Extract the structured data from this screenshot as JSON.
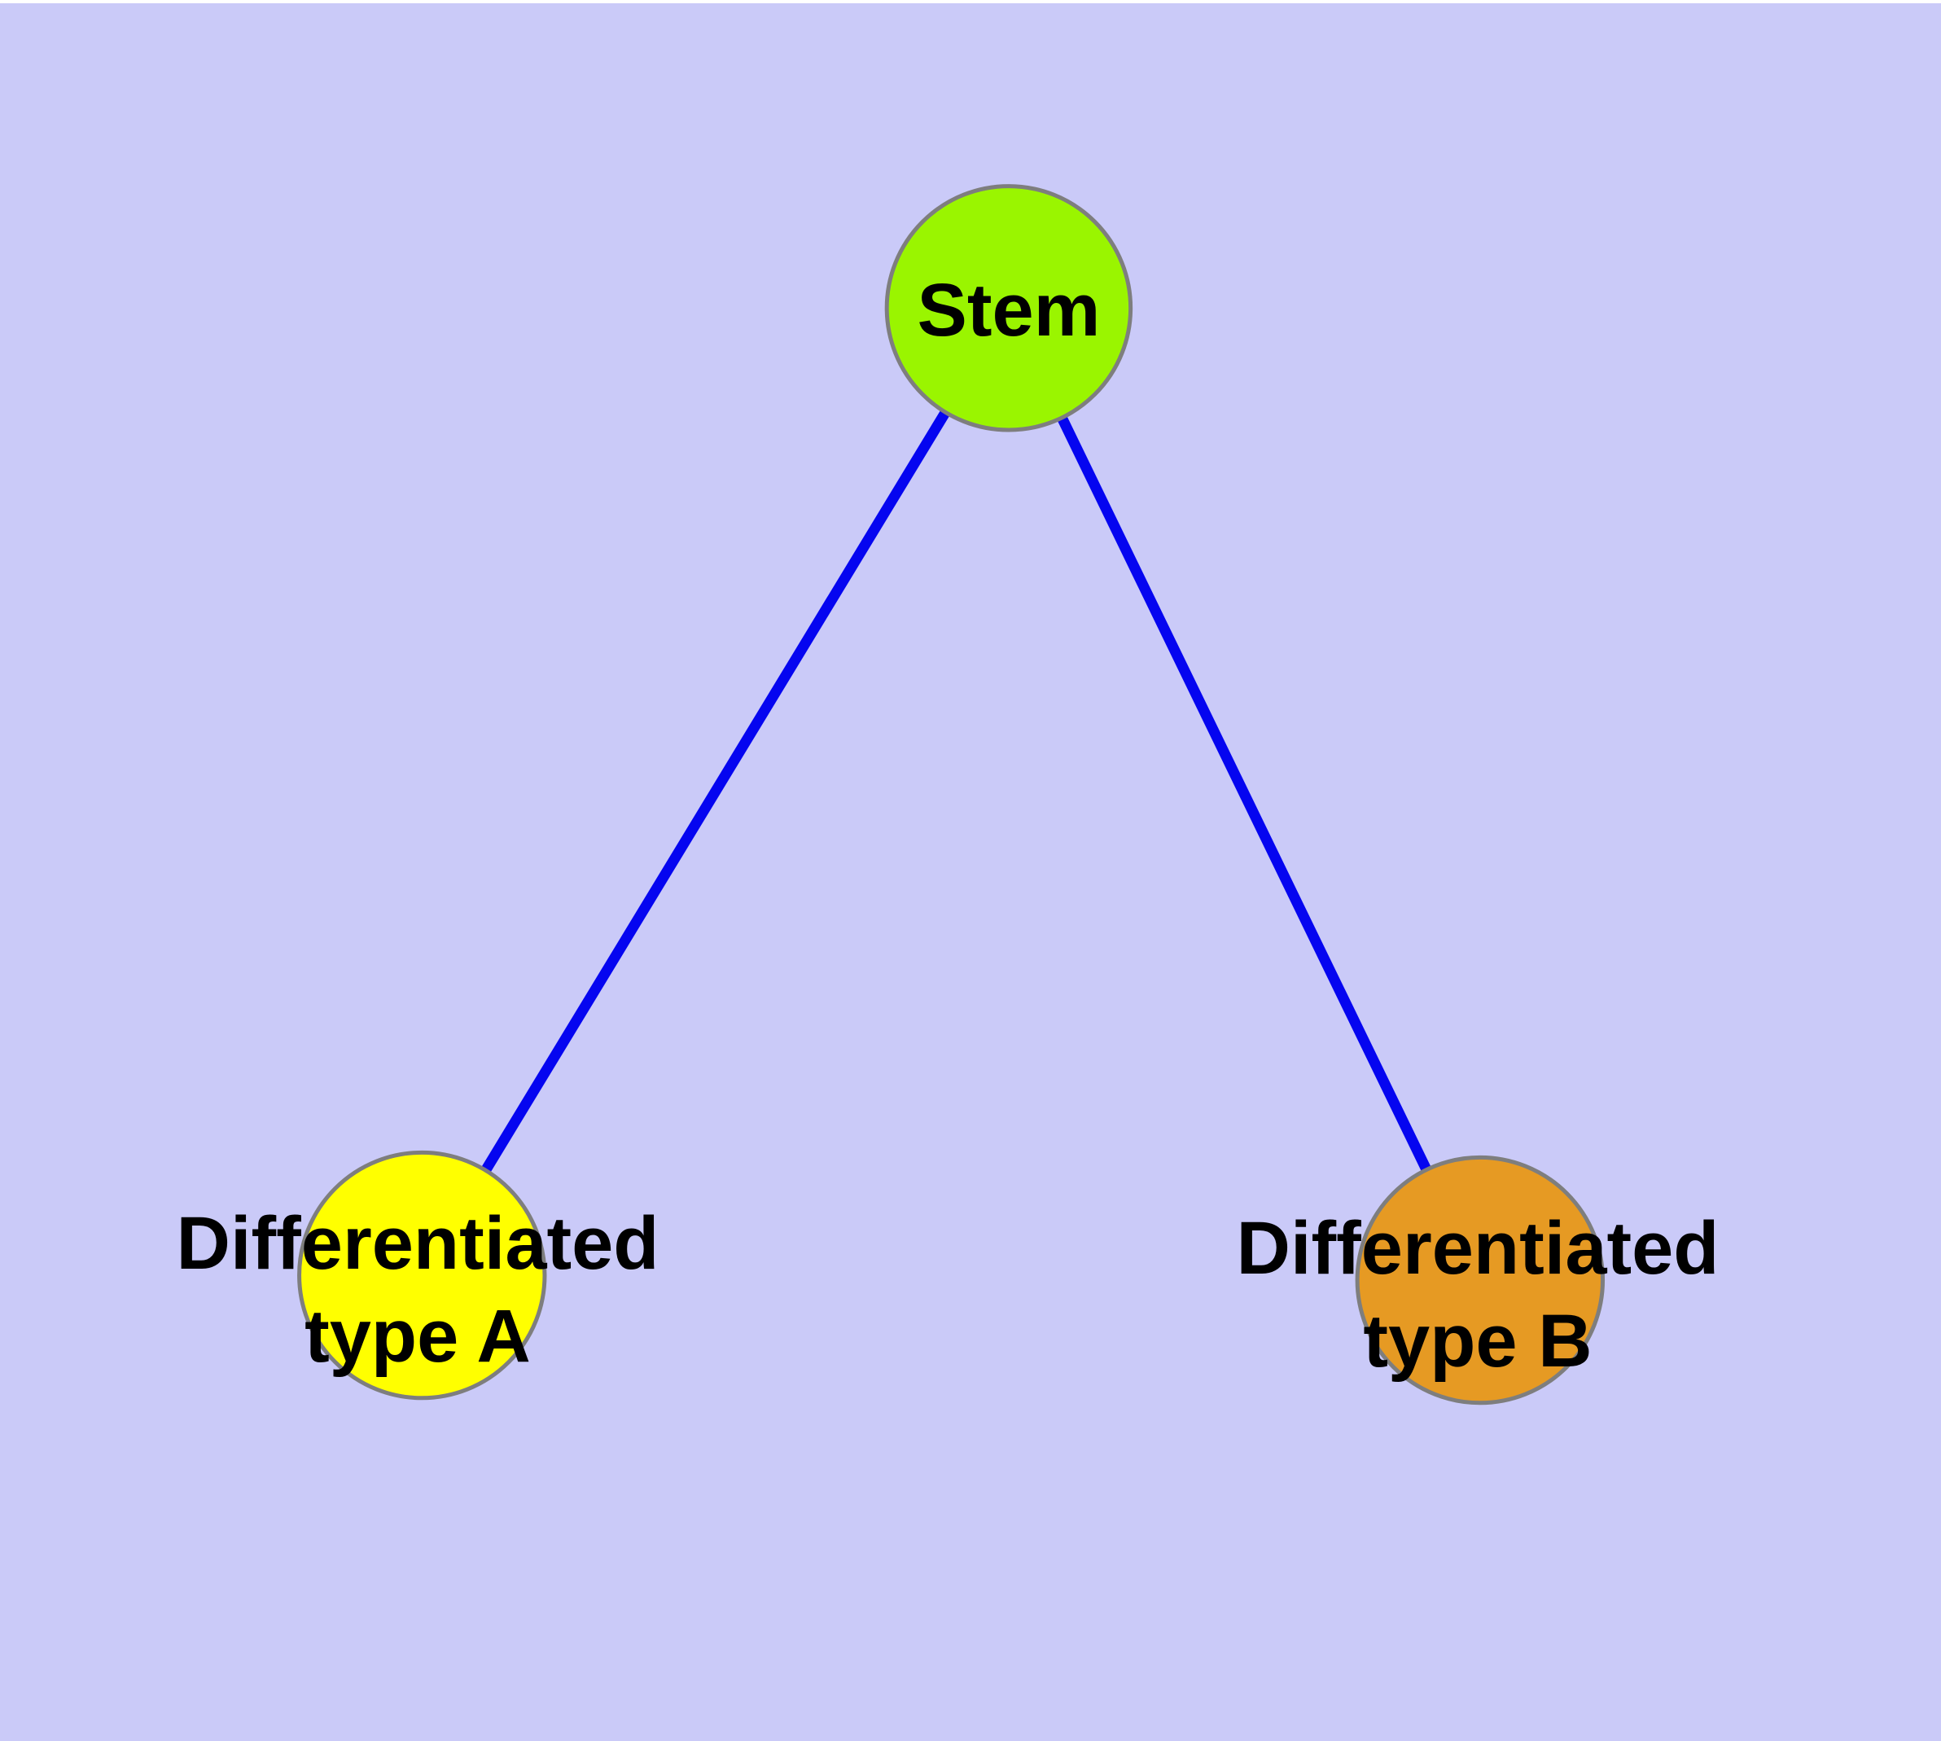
{
  "diagram": {
    "type": "node-link-graph",
    "background": "#cacaf8",
    "node_border_color": "#7e7e7e",
    "edge_color": "#0505f0",
    "text_color": "#000000",
    "nodes": [
      {
        "id": "stem",
        "label": "Stem",
        "fill": "#9af500",
        "shape": "circle"
      },
      {
        "id": "typeA",
        "label": "Differentiated\ntype A",
        "fill": "#ffff00",
        "shape": "circle"
      },
      {
        "id": "typeB",
        "label": "Differentiated\ntype B",
        "fill": "#e69a23",
        "shape": "circle"
      }
    ],
    "edges": [
      {
        "from": "stem",
        "to": "typeA"
      },
      {
        "from": "stem",
        "to": "typeB"
      }
    ]
  }
}
